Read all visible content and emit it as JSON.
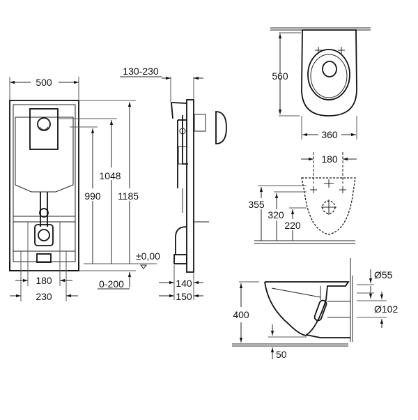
{
  "front_view": {
    "width": "500",
    "height_total": "1185",
    "height_button": "1048",
    "height_flush": "990",
    "floor_level": "±0,00",
    "foot_adjust": "0-200",
    "bolt_spacing": "180",
    "outlet_spacing": "230"
  },
  "side_view": {
    "depth_adjust": "130-230",
    "depth_min": "140",
    "depth_max": "150"
  },
  "bowl_top_view": {
    "length": "560",
    "width": "360"
  },
  "bowl_front_view": {
    "fixing_spacing": "180",
    "height_355": "355",
    "height_320": "320",
    "height_220": "220"
  },
  "bowl_side_view": {
    "rim_height": "400",
    "inlet_diameter": "Ø55",
    "outlet_diameter": "Ø102",
    "outlet_offset": "50"
  }
}
